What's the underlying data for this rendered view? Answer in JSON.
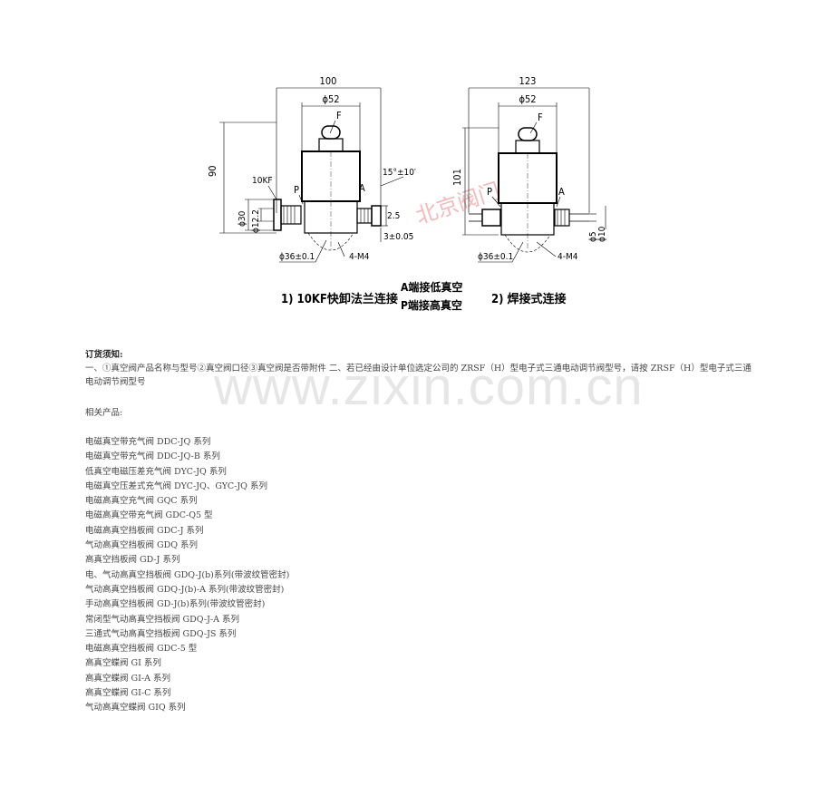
{
  "drawing": {
    "left_view": {
      "dim_width": "100",
      "dim_diameter": "ϕ52",
      "label_f": "F",
      "dim_height": "90",
      "label_10kf": "10KF",
      "label_p": "P",
      "label_a": "A",
      "dim_angle": "15°±10′",
      "dim_30": "ϕ30",
      "dim_122": "ϕ12.2",
      "dim_25": "2.5",
      "dim_3": "3±0.05",
      "dim_36": "ϕ36±0.1",
      "dim_4m4": "4-M4",
      "caption": "1) 10KF快卸法兰连接"
    },
    "right_view": {
      "dim_width": "123",
      "dim_diameter": "ϕ52",
      "label_f": "F",
      "dim_height": "101",
      "label_p": "P",
      "label_a": "A",
      "dim_5": "ϕ5",
      "dim_10": "ϕ10",
      "dim_36": "ϕ36±0.1",
      "dim_4m4": "4-M4",
      "caption": "2) 焊接式连接"
    },
    "note_a": "A端接低真空",
    "note_p": "P端接高真空",
    "stamp": "北京阀门"
  },
  "watermark": "www.zixin.com.cn",
  "order_notice": {
    "title": "订货须知:",
    "body": "一、①真空阀产品名称与型号②真空阀口径③真空阀是否带附件 二、若已经由设计单位选定公司的 ZRSF（H）型电子式三通电动调节阀型号，请按 ZRSF（H）型电子式三通电动调节阀型号"
  },
  "related": {
    "title": "相关产品:",
    "items": [
      "电磁真空带充气阀 DDC-JQ 系列",
      "电磁真空带充气阀 DDC-JQ-B 系列",
      "低真空电磁压差充气阀 DYC-JQ 系列",
      "电磁真空压差式充气阀 DYC-JQ、GYC-JQ 系列",
      "电磁高真空充气阀 GQC 系列",
      "电磁高真空带充气阀 GDC-Q5 型",
      "电磁高真空挡板阀 GDC-J 系列",
      "气动高真空挡板阀 GDQ 系列",
      "高真空挡板阀 GD-J 系列",
      "电、气动高真空挡板阀 GDQ-J(b)系列(带波纹管密封)",
      "气动高真空挡板阀 GDQ-J(b)-A 系列(带波纹管密封)",
      "手动高真空挡板阀 GD-J(b)系列(带波纹管密封)",
      "常闭型气动高真空挡板阀 GDQ-J-A 系列",
      "三通式气动高真空挡板阀 GDQ-JS 系列",
      "电磁高真空挡板阀 GDC-5 型",
      "高真空蝶阀 GI 系列",
      "高真空蝶阀 GI-A 系列",
      "高真空蝶阀 GI-C 系列",
      "气动高真空蝶阀 GIQ 系列"
    ]
  }
}
